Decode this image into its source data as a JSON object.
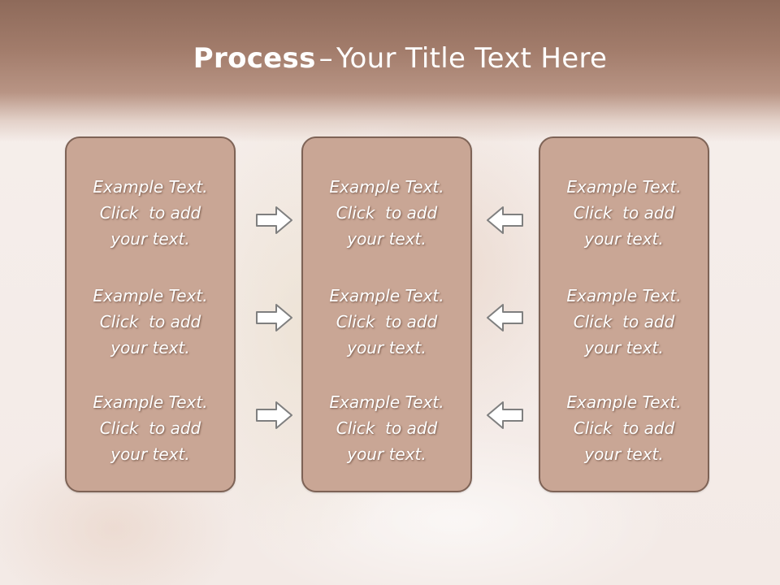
{
  "title": {
    "bold": "Process",
    "dash": "–",
    "rest": "Your Title Text Here"
  },
  "columns": [
    {
      "items": [
        {
          "line1": "Example Text.",
          "line2": "Click  to add",
          "line3": "your text."
        },
        {
          "line1": "Example Text.",
          "line2": "Click  to add",
          "line3": "your text."
        },
        {
          "line1": "Example Text.",
          "line2": "Click  to add",
          "line3": "your text."
        }
      ]
    },
    {
      "items": [
        {
          "line1": "Example Text.",
          "line2": "Click  to add",
          "line3": "your text."
        },
        {
          "line1": "Example Text.",
          "line2": "Click  to add",
          "line3": "your text."
        },
        {
          "line1": "Example Text.",
          "line2": "Click  to add",
          "line3": "your text."
        }
      ]
    },
    {
      "items": [
        {
          "line1": "Example Text.",
          "line2": "Click  to add",
          "line3": "your text."
        },
        {
          "line1": "Example Text.",
          "line2": "Click  to add",
          "line3": "your text."
        },
        {
          "line1": "Example Text.",
          "line2": "Click  to add",
          "line3": "your text."
        }
      ]
    }
  ],
  "arrows": {
    "left_column": [
      "right-arrow-icon",
      "right-arrow-icon",
      "right-arrow-icon"
    ],
    "right_column": [
      "left-arrow-icon",
      "left-arrow-icon",
      "left-arrow-icon"
    ]
  },
  "colors": {
    "header": "#a27c6b",
    "box_fill": "#c9a695",
    "box_border": "#7e6356",
    "text": "#ffffff"
  }
}
